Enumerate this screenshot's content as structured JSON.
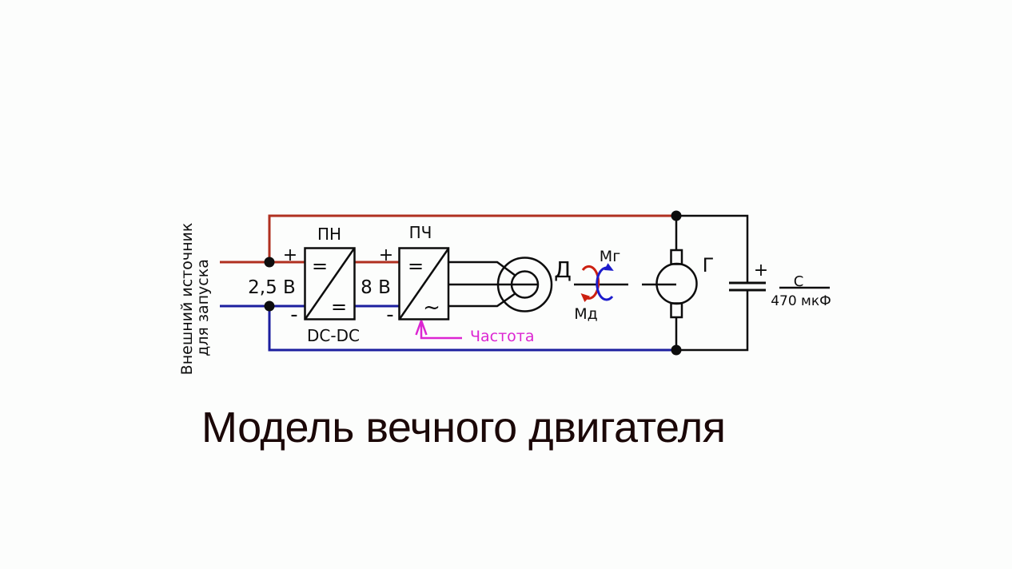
{
  "title": "Модель вечного двигателя",
  "source": {
    "caption_line1": "Внешний источник",
    "caption_line2": "для запуска",
    "voltage": "2,5 В"
  },
  "dc_converter": {
    "name": "ПН",
    "type_label": "DC-DC",
    "symbol_input": "=",
    "symbol_output": "=",
    "output_voltage": "8 В"
  },
  "freq_converter": {
    "name": "ПЧ",
    "symbol_input": "=",
    "symbol_output": "~",
    "control_label": "Частота"
  },
  "motor": {
    "name": "Д",
    "torque_label": "Мд"
  },
  "generator": {
    "name": "Г",
    "torque_label": "Мг"
  },
  "capacitor": {
    "polarity": "+",
    "name": "С",
    "value": "470 мкФ"
  },
  "symbols": {
    "plus": "+",
    "minus": "-"
  },
  "colors": {
    "background": "#fcfdfc",
    "positive_wire": "#b03020",
    "negative_wire": "#1c1f9f",
    "schematic_line": "#0d0d0d",
    "motor_torque_arrow": "#cc2010",
    "generator_torque_arrow": "#1c1ccc",
    "frequency_control": "#dc25d2",
    "title_text": "#1b0808"
  }
}
